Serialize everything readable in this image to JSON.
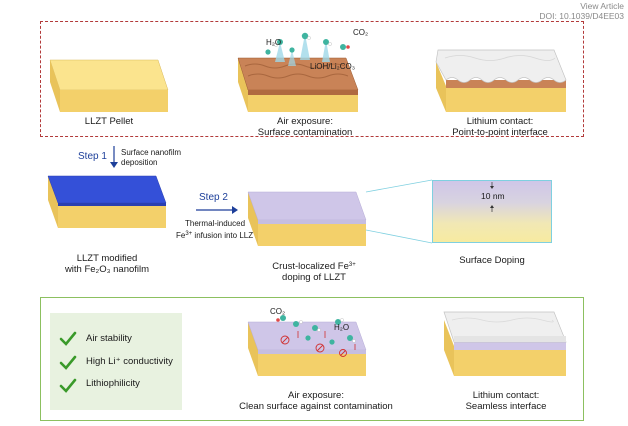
{
  "header": {
    "view_article": "View Article",
    "doi": "DOI: 10.1039/D4EE03"
  },
  "top_row": {
    "pellet_label": "LLZT Pellet",
    "air_label_1": "Air exposure:",
    "air_label_2": "Surface contamination",
    "h2o": "H₂O",
    "co2": "CO₂",
    "contaminant": "LiOH/Li₂CO₃",
    "lithium_label_1": "Lithium contact:",
    "lithium_label_2": "Point-to-point interface"
  },
  "step1": {
    "label": "Step 1",
    "desc_1": "Surface nanofilm",
    "desc_2": "deposition"
  },
  "middle_row": {
    "modified_label_1": "LLZT modified",
    "modified_label_2": "with Fe₂O₃ nanofilm",
    "step2_label": "Step 2",
    "step2_desc_1": "Thermal-induced",
    "step2_desc_2_pre": "Fe",
    "step2_desc_2_sup": "3+",
    "step2_desc_2_post": " infusion into LLZT",
    "crust_label_1_pre": "Crust-localized Fe",
    "crust_label_1_sup": "3+",
    "crust_label_2": "doping of LLZT",
    "thickness": "10 nm",
    "doping_label": "Surface Doping"
  },
  "bottom_row": {
    "benefits": [
      "Air stability",
      "High Li⁺ conductivity",
      "Lithiophilicity"
    ],
    "co2": "CO₂",
    "h2o": "H₂O",
    "air_label_1": "Air exposure:",
    "air_label_2": "Clean surface against contamination",
    "lithium_label_1": "Lithium contact:",
    "lithium_label_2": "Seamless interface"
  },
  "colors": {
    "llzt_top": "#fbe48e",
    "llzt_side": "#f3d06a",
    "fe2o3_film": "#3450d8",
    "doped_top": "#cfc6e8",
    "contamination": "#c98357",
    "lithium": "#efefef",
    "step_blue": "#1d3f9a",
    "dashed_red": "#b23a3a",
    "green_border": "#8cc060",
    "check_green": "#3a9a2a"
  }
}
